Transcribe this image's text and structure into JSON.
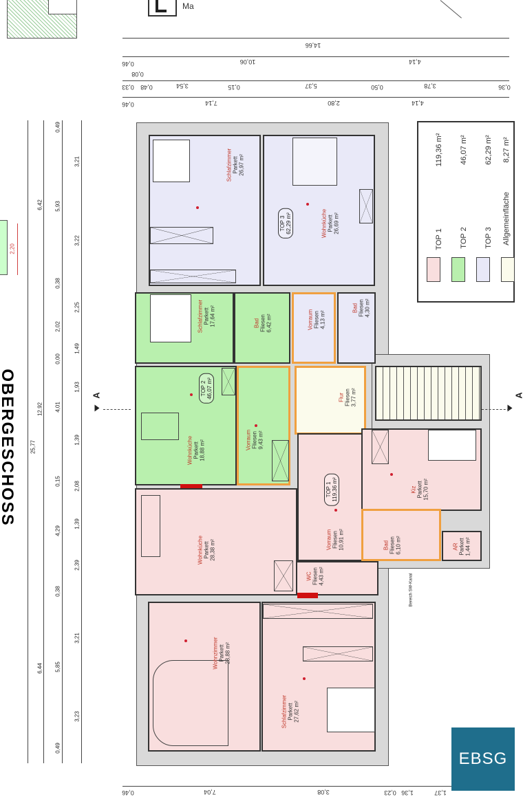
{
  "plan": {
    "title": "OBERGESCHOSS",
    "top_label": "Ma",
    "section_marker": "A",
    "bereich_note": "Bereich SW-Kanal",
    "logo_text": "EBSG"
  },
  "legend": [
    {
      "label": "TOP 1",
      "area": "119,36 m²",
      "color": "#f9dede"
    },
    {
      "label": "TOP 2",
      "area": "46,07 m²",
      "color": "#b9f0ae"
    },
    {
      "label": "TOP 3",
      "area": "62,29 m²",
      "color": "#e9e9f8"
    },
    {
      "label": "Allgemeinfläche",
      "area": "8,27 m²",
      "color": "#fbfbec"
    }
  ],
  "units": [
    {
      "label": "TOP 3",
      "area": "62,29 m²"
    },
    {
      "label": "TOP 2",
      "area": "46,07 m²"
    },
    {
      "label": "TOP 1",
      "area": "119,36 m²"
    }
  ],
  "rooms": [
    {
      "name": "Schlafzimmer",
      "floor": "Parkett",
      "area": "26,97 m²",
      "unit": "TOP 3"
    },
    {
      "name": "Wohnküche",
      "floor": "Parkett",
      "area": "26,69 m²",
      "unit": "TOP 3"
    },
    {
      "name": "Vorraum",
      "floor": "Fliesen",
      "area": "4,13 m²",
      "unit": "TOP 3"
    },
    {
      "name": "Bad",
      "floor": "Fliesen",
      "area": "4,30 m²",
      "unit": "TOP 3"
    },
    {
      "name": "Schlafzimmer",
      "floor": "Parkett",
      "area": "17,64 m²",
      "unit": "TOP 2"
    },
    {
      "name": "Bad",
      "floor": "Fliesen",
      "area": "6,42 m²",
      "unit": "TOP 2"
    },
    {
      "name": "Wohnküche",
      "floor": "Parkett",
      "area": "18,88 m²",
      "unit": "TOP 2"
    },
    {
      "name": "Vorraum",
      "floor": "Fliesen",
      "area": "9,43 m²",
      "unit": "TOP 2"
    },
    {
      "name": "Flur",
      "floor": "Fliesen",
      "area": "3,77 m²",
      "unit": "Allgemeinfläche"
    },
    {
      "name": "Vorraum",
      "floor": "Fliesen",
      "area": "10,91 m²",
      "unit": "TOP 1"
    },
    {
      "name": "Kiz",
      "floor": "Parkett",
      "area": "15,70 m²",
      "unit": "TOP 1"
    },
    {
      "name": "Bad",
      "floor": "Fliesen",
      "area": "6,10 m²",
      "unit": "TOP 1"
    },
    {
      "name": "AR",
      "floor": "Parkett",
      "area": "1,44 m²",
      "unit": "TOP 1"
    },
    {
      "name": "Wohnküche",
      "floor": "Parkett",
      "area": "28,38 m²",
      "unit": "TOP 1"
    },
    {
      "name": "WC",
      "floor": "Fliesen",
      "area": "4,43 m²",
      "unit": "TOP 1"
    },
    {
      "name": "Wohnzimmer",
      "floor": "Parkett",
      "area": "28,88 m²",
      "unit": "TOP 1"
    },
    {
      "name": "Schlafzimmer",
      "floor": "Parkett",
      "area": "27,62 m²",
      "unit": "TOP 1"
    }
  ],
  "dims": {
    "top_r1": [
      "14,66"
    ],
    "top_r2": [
      "0,46",
      "10,06",
      "4,14"
    ],
    "top_r3": [
      "0,08",
      "0,33",
      "0,48",
      "3,54",
      "0,15",
      "5,37",
      "0,50",
      "3,78",
      "0,36"
    ],
    "top_r4": [
      "0,46",
      "7,14",
      "2,80",
      "4,14"
    ],
    "bottom": [
      "0,46",
      "7,04",
      "3,08",
      "0,23",
      "1,36",
      "1,37"
    ],
    "left_total": [
      "25,77"
    ],
    "left_c2": [
      "6,42",
      "12,92",
      "6,44"
    ],
    "left_c3": [
      "0,49",
      "5,93",
      "0,38",
      "2,02",
      "0,00",
      "4,01",
      "0,15",
      "4,29",
      "0,38",
      "5,85",
      "0,49"
    ],
    "left_c4": [
      "3,21",
      "3,22",
      "2,25",
      "1,49",
      "1,93",
      "1,39",
      "2,08",
      "1,39",
      "2,39",
      "3,21",
      "3,23"
    ],
    "red_dim": "2,20"
  }
}
